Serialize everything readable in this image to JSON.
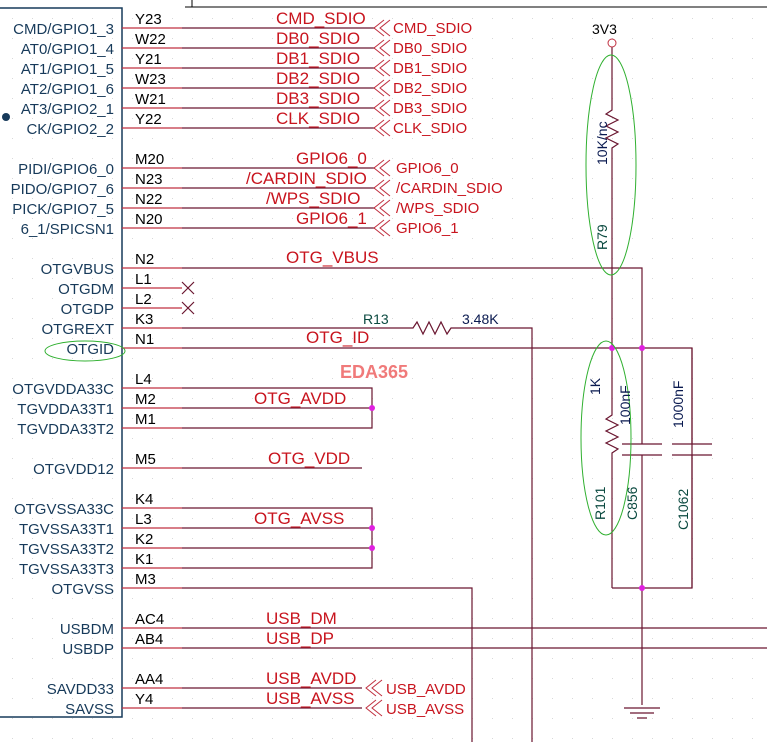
{
  "colors": {
    "net_label": "#c8141e",
    "pin_name": "#173a5a",
    "wire": "#6a1630",
    "junction": "#e020e0",
    "highlight": "#30b030",
    "watermark": "#f07a7a"
  },
  "pins": [
    {
      "name": "CMD/GPIO1_3",
      "num": "Y23"
    },
    {
      "name": "AT0/GPIO1_4",
      "num": "W22"
    },
    {
      "name": "AT1/GPIO1_5",
      "num": "Y21"
    },
    {
      "name": "AT2/GPIO1_6",
      "num": "W23"
    },
    {
      "name": "AT3/GPIO2_1",
      "num": "W21"
    },
    {
      "name": "CK/GPIO2_2",
      "num": "Y22"
    },
    {
      "name": "PIDI/GPIO6_0",
      "num": "M20"
    },
    {
      "name": "PIDO/GPIO7_6",
      "num": "N23"
    },
    {
      "name": "PICK/GPIO7_5",
      "num": "N22"
    },
    {
      "name": "6_1/SPICSN1",
      "num": "N20"
    },
    {
      "name": "OTGVBUS",
      "num": "N2"
    },
    {
      "name": "OTGDM",
      "num": "L1"
    },
    {
      "name": "OTGDP",
      "num": "L2"
    },
    {
      "name": "OTGREXT",
      "num": "K3"
    },
    {
      "name": "OTGID",
      "num": "N1"
    },
    {
      "name": "OTGVDDA33C",
      "num": "L4"
    },
    {
      "name": "TGVDDA33T1",
      "num": "M2"
    },
    {
      "name": "TGVDDA33T2",
      "num": "M1"
    },
    {
      "name": "OTGVDD12",
      "num": "M5"
    },
    {
      "name": "OTGVSSA33C",
      "num": "K4"
    },
    {
      "name": "TGVSSA33T1",
      "num": "L3"
    },
    {
      "name": "TGVSSA33T2",
      "num": "K2"
    },
    {
      "name": "TGVSSA33T3",
      "num": "K1"
    },
    {
      "name": "OTGVSS",
      "num": "M3"
    },
    {
      "name": "USBDM",
      "num": "AC4"
    },
    {
      "name": "USBDP",
      "num": "AB4"
    },
    {
      "name": "SAVDD33",
      "num": "AA4"
    },
    {
      "name": "SAVSS",
      "num": "Y4"
    }
  ],
  "net_labels": {
    "sdio": [
      "CMD_SDIO",
      "DB0_SDIO",
      "DB1_SDIO",
      "DB2_SDIO",
      "DB3_SDIO",
      "CLK_SDIO"
    ],
    "gpio": [
      "GPIO6_0",
      "/CARDIN_SDIO",
      "/WPS_SDIO",
      "GPIO6_1"
    ],
    "otg_vbus": "OTG_VBUS",
    "otg_id": "OTG_ID",
    "otg_avdd": "OTG_AVDD",
    "otg_vdd": "OTG_VDD",
    "otg_avss": "OTG_AVSS",
    "usb_dm": "USB_DM",
    "usb_dp": "USB_DP",
    "usb_avdd": "USB_AVDD",
    "usb_avss": "USB_AVSS"
  },
  "ports": {
    "sdio": [
      "CMD_SDIO",
      "DB0_SDIO",
      "DB1_SDIO",
      "DB2_SDIO",
      "DB3_SDIO",
      "CLK_SDIO"
    ],
    "gpio": [
      "GPIO6_0",
      "/CARDIN_SDIO",
      "/WPS_SDIO",
      "GPIO6_1"
    ],
    "usb": [
      "USB_AVDD",
      "USB_AVSS"
    ]
  },
  "components": {
    "power": "3V3",
    "r79": {
      "ref": "R79",
      "value": "10K/nc"
    },
    "r13": {
      "ref": "R13",
      "value": "3.48K"
    },
    "r101": {
      "ref": "R101",
      "value": "1K"
    },
    "c856": {
      "ref": "C856",
      "value": "100nF"
    },
    "c1062": {
      "ref": "C1062",
      "value": "1000nF"
    }
  },
  "watermark": "EDA365"
}
